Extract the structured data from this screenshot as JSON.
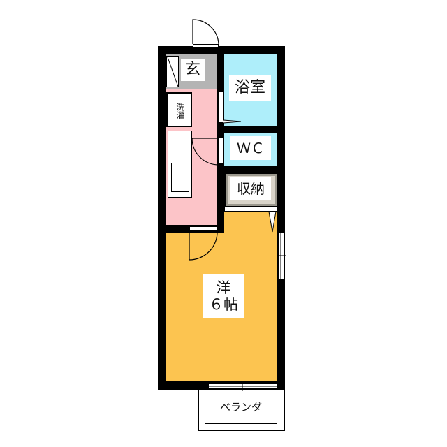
{
  "rooms": {
    "entrance": "玄",
    "bathroom": "浴室",
    "toilet": "ＷＣ",
    "storage": "収納",
    "laundry": "洗濯",
    "western_room_type": "洋",
    "western_room_size": "６帖",
    "balcony": "ベランダ"
  },
  "colors": {
    "entrance": "#b4b4b4",
    "corridor": "#fcc4c8",
    "water": "#aeeefa",
    "storage": "#d9d4c9",
    "room": "#fcc450"
  }
}
